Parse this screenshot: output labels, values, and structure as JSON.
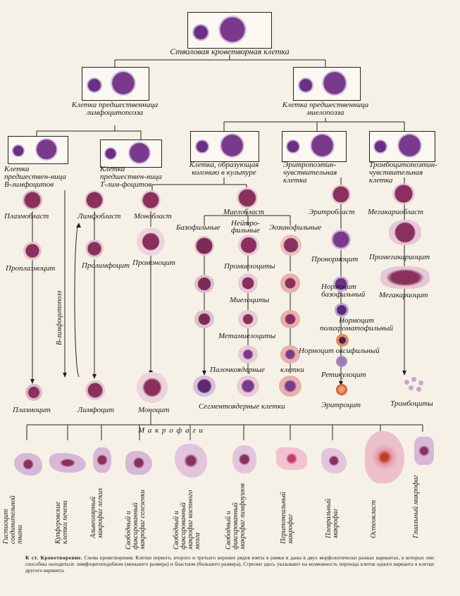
{
  "labels": {
    "stem": "Стволовая кроветворная клетка",
    "lymph_prec": "Клетка предшественница лимфоцитопоэза",
    "myelo_prec": "Клетка предшественница миелопоэза",
    "b_prec": "Клетка предшествен-ница В-лимфоцитов",
    "t_prec": "Клетка предшествен-ница Т-лим-фоцитов",
    "colony": "Клетка, образующая колонию в культуре",
    "erythro_sens": "Эритропоэтин-чувствительная клетка",
    "thrombo_sens": "Тромбоцитопоэтин-чувствительная клетка",
    "plasmoblast": "Плазмобласт",
    "lymphoblast": "Лимфобласт",
    "monoblast": "Монобласт",
    "myeloblast": "Миелобласт",
    "erythroblast": "Эритробласт",
    "megakaryoblast": "Мегакариобласт",
    "proplasmocyte": "Проплазмоцит",
    "prolymphocyte": "Пролимфоцит",
    "promonocyte": "Промоноцит",
    "basophilic": "Базофильные",
    "neutrophilic": "Нейтро-фильные",
    "eosinophilic": "Эозинофильные",
    "promyelocytes": "Промиелоциты",
    "myelocytes": "Миелоциты",
    "metamyelocytes": "Метамиелоциты",
    "band": "Палочкоядерные",
    "cells_word": "клетки",
    "segmented": "Сегментоядерные клетки",
    "pronormocyte": "Пронормоцит",
    "normo_baso": "Нормоцит базофильный",
    "normo_poly": "Нормоцит полихроматофильный",
    "normo_oxy": "Нормоцит оксифильный",
    "reticulocyte": "Ретикулоцит",
    "erythrocyte": "Эритроцит",
    "promegakaryocyte": "Промегакариоцит",
    "megakaryocyte": "Мегакариоцит",
    "thrombocytes": "Тромбоциты",
    "plasmocyte": "Плазмоцит",
    "lymphocyte": "Лимфоцит",
    "monocyte": "Моноцит",
    "b_lymphopoiesis": "В-лимфоцитопоэз",
    "macrophages": "М а к р о ф а г и"
  },
  "macrophages": [
    "Гистиоцит соединительной ткани",
    "Купферовские клетки печени",
    "Альвеолярный макрофаг легких",
    "Свободный и фиксированный макрофаг селезенки",
    "Свободный и фиксированный макрофаг костного мозга",
    "Свободный и фиксированный макрофаг лимфоузлов",
    "Перитонеальный макрофаг",
    "Плевральный макрофаг",
    "Остеокласт",
    "Глиальный макрофаг"
  ],
  "caption": {
    "title": "К ст. Кроветворение.",
    "text": "Схема кроветворения. Клетки первого, второго и третьего верхних рядов взяты в рамки и даны в двух морфологически разных вариантах, в которых они способны находиться: лимфоцитоподобном (меньшего размера) и бластном (большего размера). Стрелки здесь указывают на возможность перехода клеток одного варианта в клетки другого варианта."
  },
  "colors": {
    "background": "#f6f1e6",
    "nucleus": "#7a3a8c",
    "cytoplasm": "#c9b4d8",
    "erythro": "#d9533a",
    "eosin_granules": "#c0392b"
  }
}
